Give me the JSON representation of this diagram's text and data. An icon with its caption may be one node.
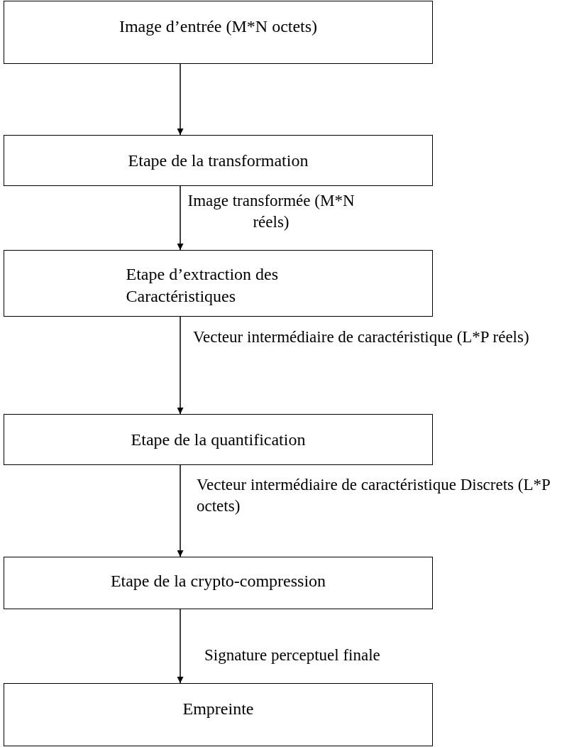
{
  "diagram": {
    "nodes": [
      {
        "text": [
          "Image d’entrée (M*N octets)"
        ]
      },
      {
        "text": [
          "Etape de la transformation"
        ]
      },
      {
        "text": [
          "Etape d’extraction des Caractéristiques"
        ]
      },
      {
        "text": [
          "Etape de la quantification"
        ]
      },
      {
        "text": [
          "Etape de la crypto-compression"
        ]
      },
      {
        "text": [
          "Empreinte"
        ]
      }
    ],
    "edges": [
      {
        "from": 0,
        "to": 1,
        "arrow": "to"
      },
      {
        "from": 1,
        "to": 2,
        "arrow": "to",
        "label": "Image transformée (M*N réels)"
      },
      {
        "from": 2,
        "to": 3,
        "arrow": "to",
        "label": "Vecteur intermédiaire de caractéristique (L*P réels)"
      },
      {
        "from": 3,
        "to": 4,
        "arrow": "to",
        "label": "Vecteur intermédiaire de caractéristique Discrets (L*P octets)"
      },
      {
        "from": 4,
        "to": 5,
        "arrow": "to",
        "label": "Signature perceptuel finale"
      }
    ]
  }
}
